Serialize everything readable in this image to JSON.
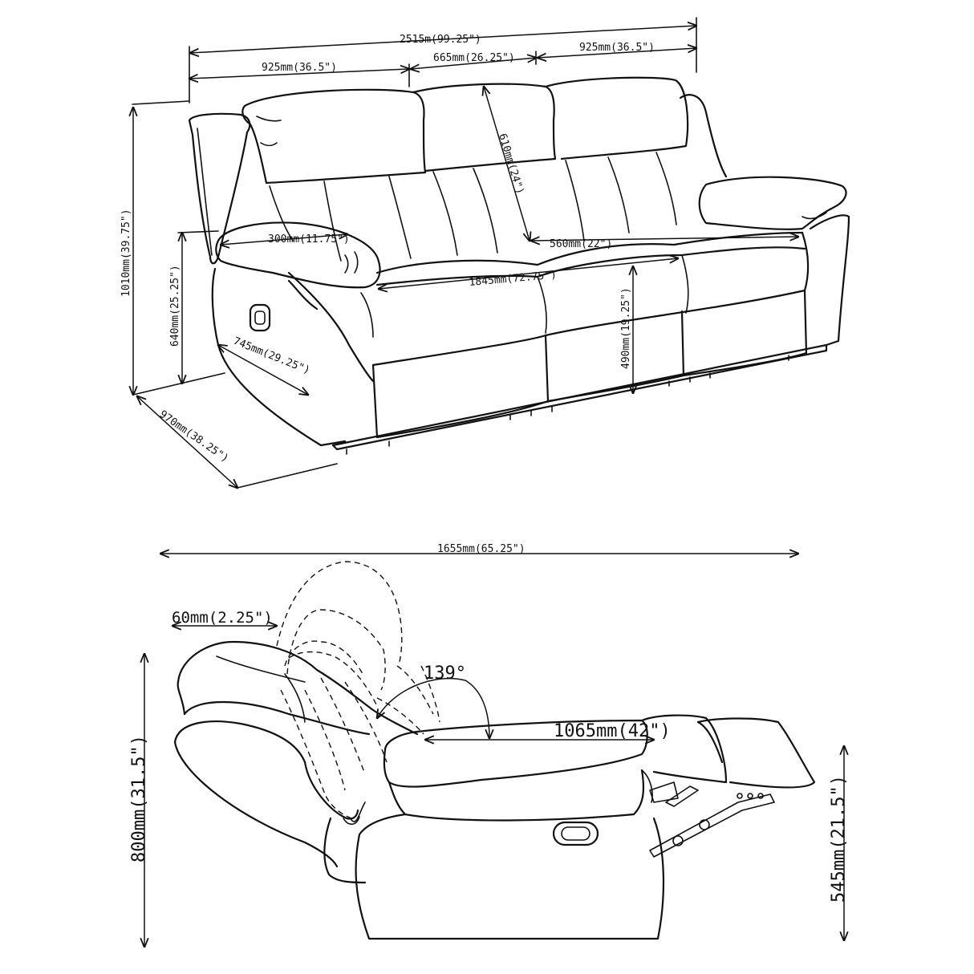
{
  "sofa_view": {
    "overall_width": "2515m(99.25\")",
    "left_section_width": "925mm(36.5\")",
    "middle_section_width": "665mm(26.25\")",
    "right_section_width": "925mm(36.5\")",
    "back_height": "610mm(24\")",
    "arm_width": "300mm(11.75\")",
    "seat_depth": "560mm(22\")",
    "seat_width": "1845mm(72.75\")",
    "overall_height": "1010mm(39.75\")",
    "arm_height": "640mm(25.25\")",
    "seat_height": "490mm(19.25\")",
    "arm_depth": "745mm(29.25\")",
    "overall_depth": "970mm(38.25\")"
  },
  "recliner_view": {
    "reclined_length": "1655mm(65.25\")",
    "wall_clearance": "60mm(2.25\")",
    "recline_angle": "139°",
    "seat_to_footrest": "1065mm(42\")",
    "overall_height": "800mm(31.5\")",
    "footrest_height": "545mm(21.5\")"
  }
}
